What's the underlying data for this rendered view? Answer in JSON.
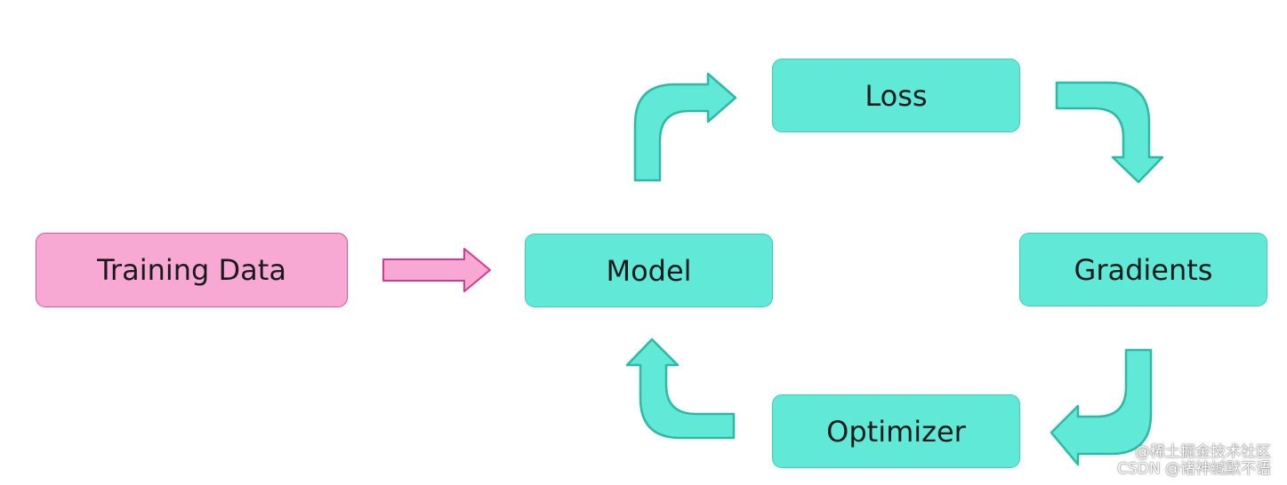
{
  "nodes": {
    "training_data": "Training Data",
    "model": "Model",
    "loss": "Loss",
    "gradients": "Gradients",
    "optimizer": "Optimizer"
  },
  "watermark": {
    "line1": "@稀土掘金技术社区",
    "line2": "CSDN @诸神缄默不语"
  },
  "colors": {
    "node_fill": "#5fe9d6",
    "node_stroke": "#3fcbb6",
    "input_fill": "#f8a9d3",
    "input_stroke": "#d95499",
    "arrow_fill": "#5fe9d6",
    "arrow_stroke": "#2fb8a3",
    "input_arrow_fill": "#f8a9d3",
    "input_arrow_stroke": "#d63a8a"
  },
  "edges": [
    {
      "from": "training_data",
      "to": "model"
    },
    {
      "from": "model",
      "to": "loss"
    },
    {
      "from": "loss",
      "to": "gradients"
    },
    {
      "from": "gradients",
      "to": "optimizer"
    },
    {
      "from": "optimizer",
      "to": "model"
    }
  ]
}
